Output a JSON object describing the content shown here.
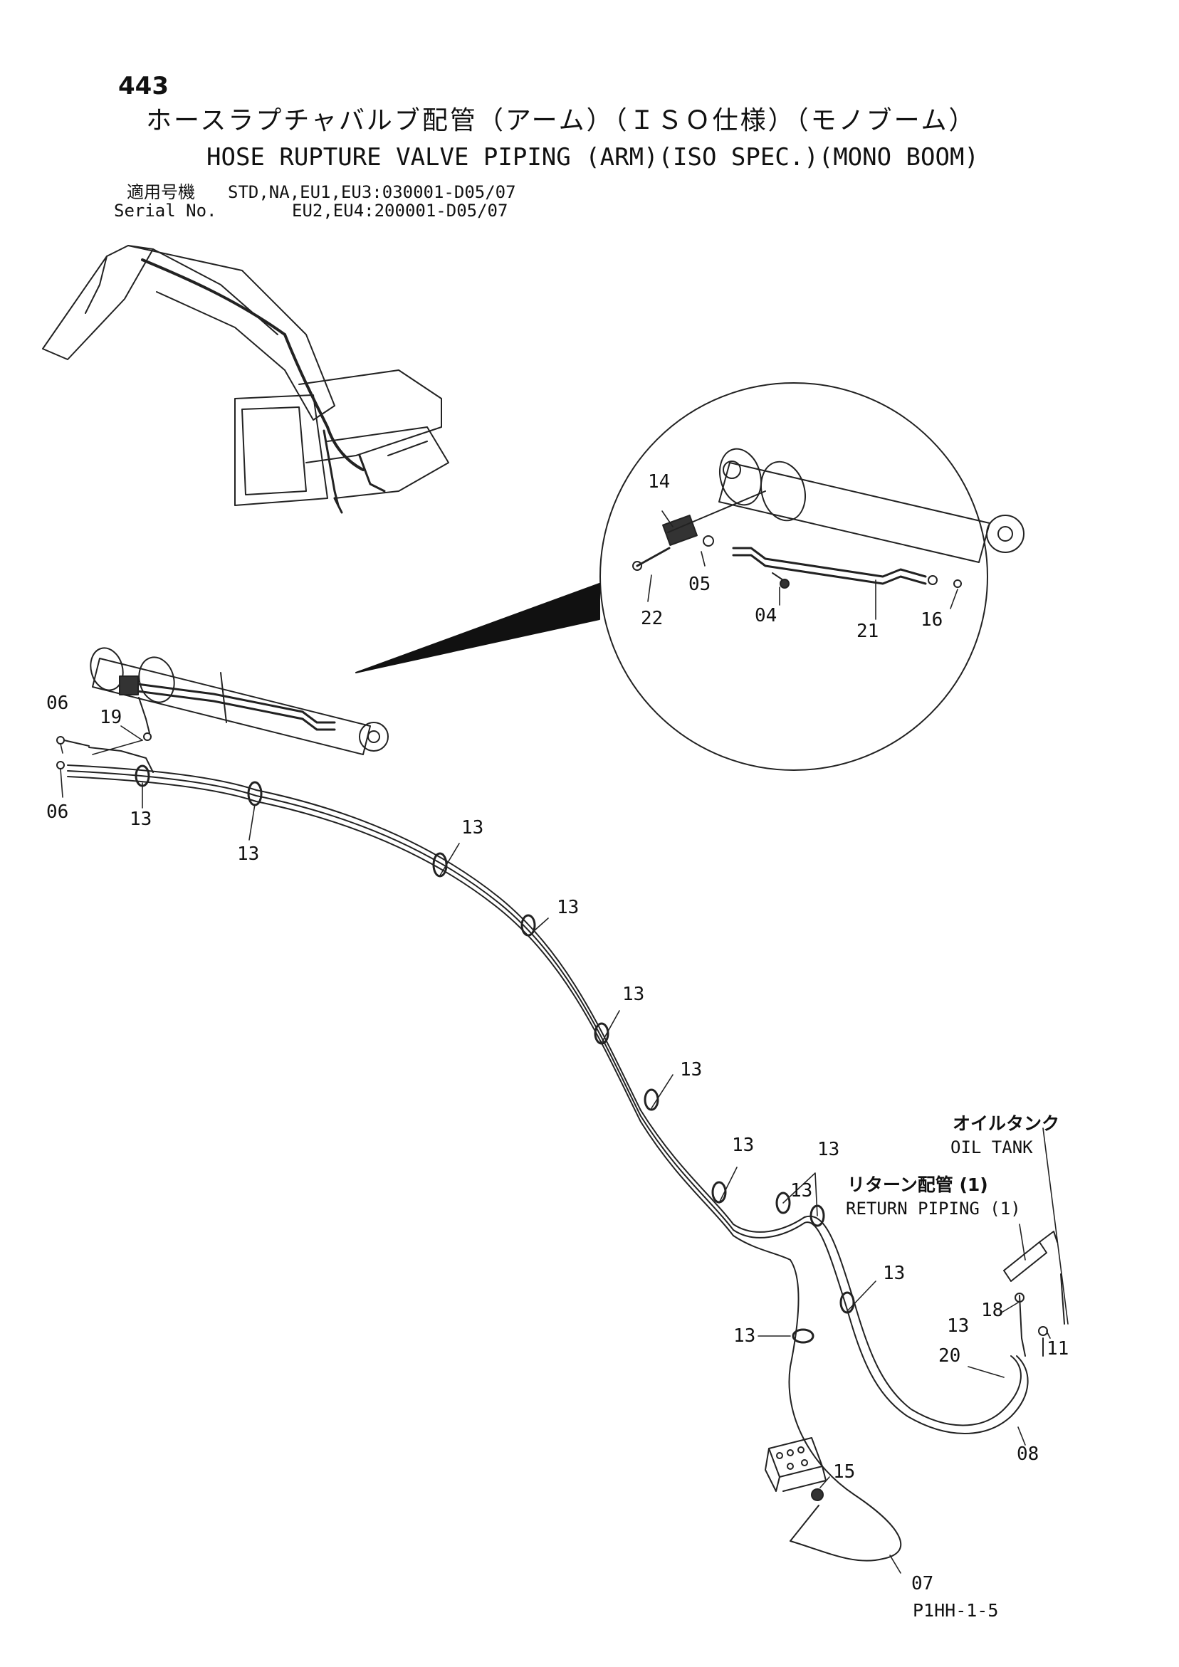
{
  "header": {
    "page_number": "443",
    "title_ja": "ホースラプチャバルブ配管（アーム）（ＩＳＯ仕様）（モノブーム）",
    "title_en": "HOSE RUPTURE VALVE PIPING (ARM)(ISO SPEC.)(MONO BOOM)",
    "serial_label_ja": "適用号機",
    "serial_label_en": "Serial No.",
    "serial_line_1": "STD,NA,EU1,EU3:030001-D05/07",
    "serial_line_2": "EU2,EU4:200001-D05/07"
  },
  "references": {
    "oil_tank_ja": "オイルタンク",
    "oil_tank_en": "OIL TANK",
    "return_piping_ja": "リターン配管 (1)",
    "return_piping_en": "RETURN PIPING (1)"
  },
  "callouts": {
    "detail": [
      "14",
      "05",
      "22",
      "04",
      "21",
      "16"
    ],
    "main": [
      "06",
      "19",
      "06",
      "13",
      "13",
      "13",
      "13",
      "13",
      "13",
      "13",
      "13",
      "13",
      "13",
      "13",
      "13",
      "18",
      "11",
      "20",
      "08",
      "15",
      "07"
    ]
  },
  "footer": {
    "code": "P1HH-1-5"
  }
}
